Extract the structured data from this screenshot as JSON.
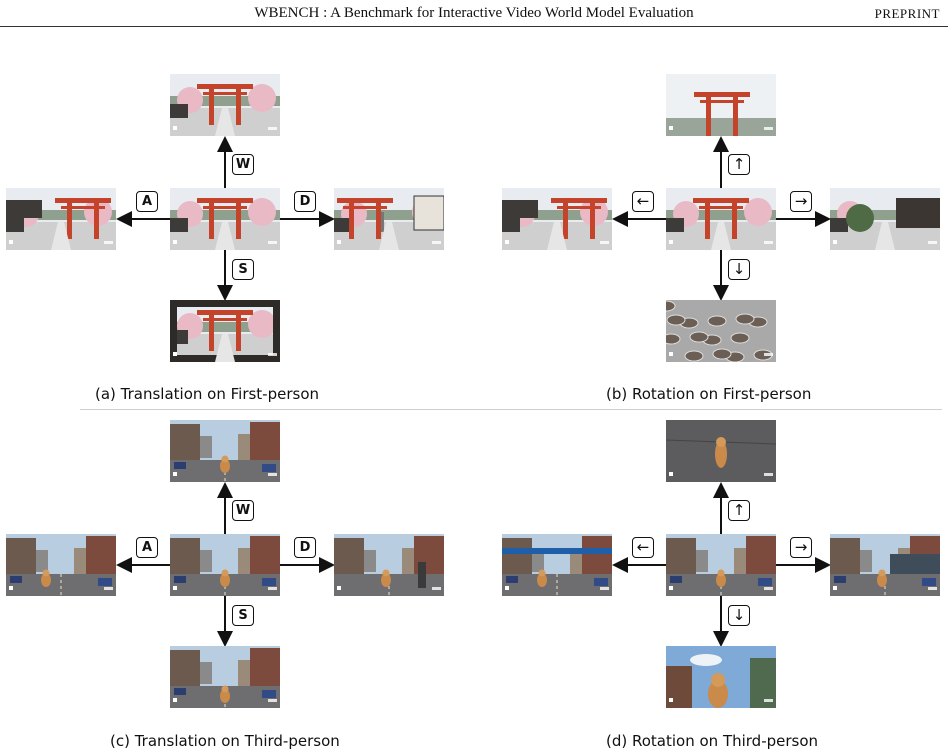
{
  "header": {
    "title": "WBENCH : A Benchmark for Interactive Video World Model Evaluation",
    "tag": "PREPRINT"
  },
  "panels": [
    {
      "id": "a",
      "caption": "(a) Translation on First-person",
      "keys": {
        "up": "W",
        "left": "A",
        "right": "D",
        "down": "S"
      },
      "scene": "japanese-garden"
    },
    {
      "id": "b",
      "caption": "(b) Rotation on First-person",
      "keys": {
        "up": "↑",
        "left": "←",
        "right": "→",
        "down": "↓"
      },
      "scene": "japanese-garden"
    },
    {
      "id": "c",
      "caption": "(c) Translation on Third-person",
      "keys": {
        "up": "W",
        "left": "A",
        "right": "D",
        "down": "S"
      },
      "scene": "city-street-dog"
    },
    {
      "id": "d",
      "caption": "(d) Rotation on Third-person",
      "keys": {
        "up": "↑",
        "left": "←",
        "right": "→",
        "down": "↓"
      },
      "scene": "city-street-dog"
    }
  ],
  "colors": {
    "torii": "#c4432b",
    "sky_garden": "#e8ecf0",
    "blossom": "#e9b9c6",
    "sky_city": "#b9cde0",
    "road": "#6e6e70",
    "dog": "#c98a4a"
  }
}
